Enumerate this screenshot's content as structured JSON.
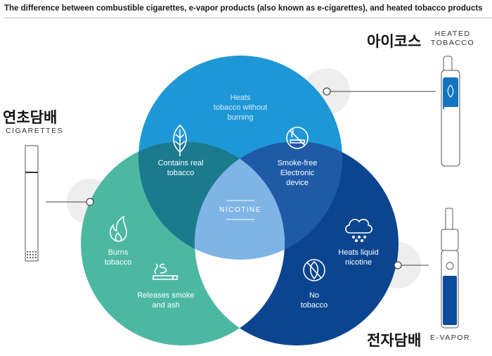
{
  "title": "The difference between combustible cigarettes, e-vapor products (also known as e-cigarettes), and heated tobacco products",
  "products": {
    "cigarettes": {
      "korean": "연초담배",
      "english": "CIGARETTES"
    },
    "heated": {
      "korean": "아이코스",
      "english": "HEATED\nTOBACCO"
    },
    "evapor": {
      "korean": "전자담배",
      "english": "E-VAPOR"
    }
  },
  "venn": {
    "top": "Heats\ntobacco without\nburning",
    "top_left": "Contains real\ntobacco",
    "top_right": "Smoke-free\nElectronic\ndevice",
    "center": "NICOTINE",
    "left_1": "Burns\ntobacco",
    "left_2": "Releases smoke\nand ash",
    "right_1": "Heats liquid\nnicotine",
    "right_2": "No\ntobacco"
  },
  "icons": [
    "leaf-icon",
    "no-smoke-icon",
    "flame-icon",
    "cigarette-smoke-icon",
    "vapor-icon",
    "no-tobacco-icon"
  ],
  "colors": {
    "top_circle": "#1e97d7",
    "left_circle": "#4cb8a2",
    "right_circle": "#0b4590",
    "center": "#7fb4e6"
  }
}
